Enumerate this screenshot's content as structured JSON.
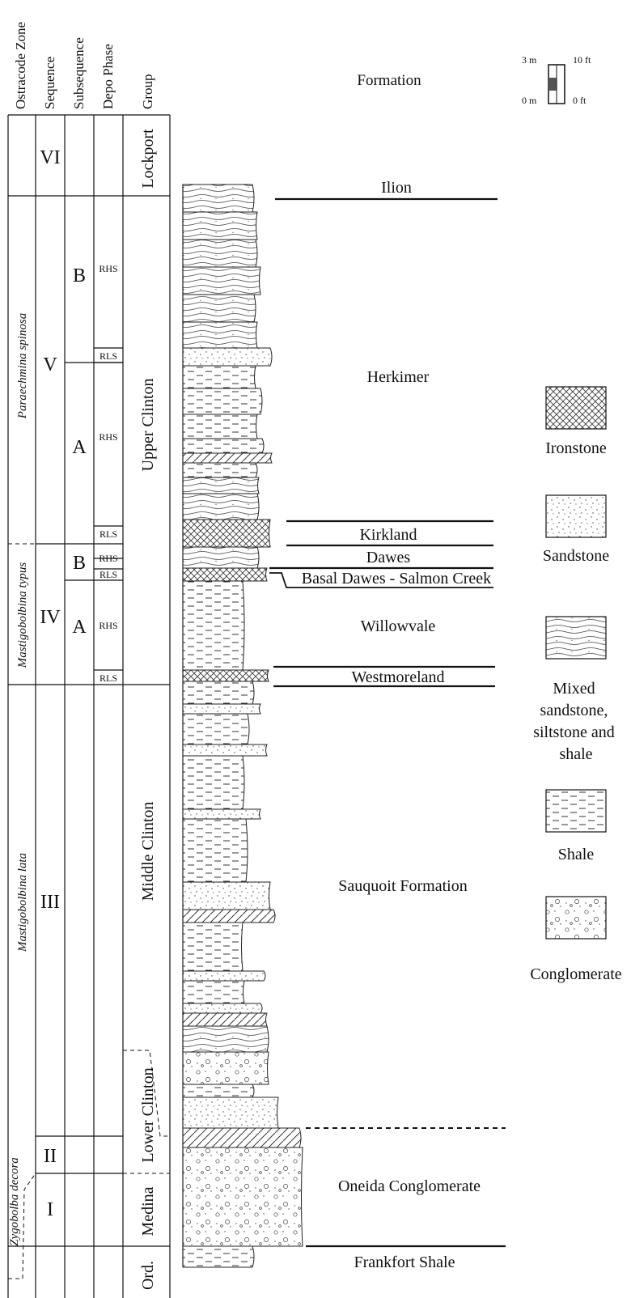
{
  "headers": {
    "ostracode_zone": "Ostracode Zone",
    "sequence": "Sequence",
    "subsequence": "Subsequence",
    "depo_phase": "Depo Phase",
    "group": "Group",
    "formation": "Formation"
  },
  "scale_bar": {
    "top_m": "3 m",
    "bottom_m": "0 m",
    "top_ft": "10 ft",
    "bottom_ft": "0 ft"
  },
  "ostracode_zones": [
    "Paraechmina spinosa",
    "Mastigobolbina typus",
    "Mastigobolbina lata",
    "Zygobolba decora"
  ],
  "sequences": [
    "VI",
    "V",
    "IV",
    "III",
    "II",
    "I"
  ],
  "subsequences": [
    "B",
    "A",
    "B",
    "A"
  ],
  "depo_phases": [
    "RHS",
    "RLS",
    "RHS",
    "RLS",
    "RHS",
    "RLS",
    "RHS",
    "RLS"
  ],
  "groups": [
    "Lockport",
    "Upper Clinton",
    "Middle Clinton",
    "Lower Clinton",
    "Medina",
    "Ord."
  ],
  "formations": [
    "Ilion",
    "Herkimer",
    "Kirkland",
    "Dawes",
    "Basal Dawes - Salmon Creek",
    "Willowvale",
    "Westmoreland",
    "Sauquoit Formation",
    "Oneida Conglomerate",
    "Frankfort Shale"
  ],
  "legend": [
    "Ironstone",
    "Sandstone",
    "Mixed sandstone, siltstone and shale",
    "Shale",
    "Conglomerate"
  ],
  "legend_lines": {
    "mixed": [
      "Mixed",
      "sandstone,",
      "siltstone and",
      "shale"
    ]
  }
}
